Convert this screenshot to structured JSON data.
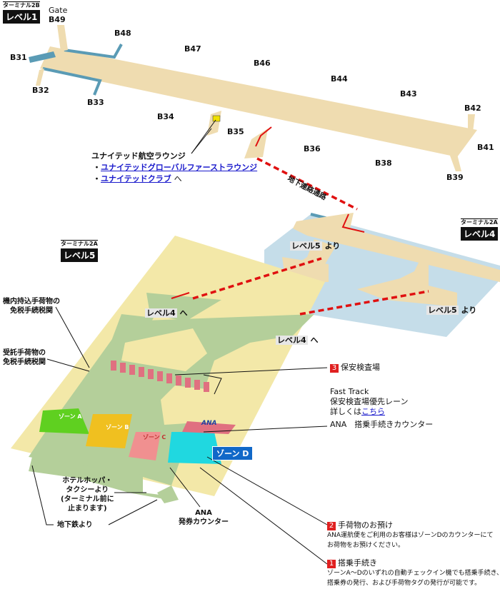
{
  "terminal2b": {
    "terminal": "ターミナル2B",
    "level": "レベル1"
  },
  "terminal2a_l5": {
    "terminal": "ターミナル2A",
    "level": "レベル5"
  },
  "terminal2a_l4": {
    "terminal": "ターミナル2A",
    "level": "レベル4"
  },
  "gates": {
    "gate_word": "Gate",
    "b49": "B49",
    "b48": "B48",
    "b47": "B47",
    "b46": "B46",
    "b44": "B44",
    "b43": "B43",
    "b42": "B42",
    "b41": "B41",
    "b39": "B39",
    "b38": "B38",
    "b36": "B36",
    "b35": "B35",
    "b34": "B34",
    "b33": "B33",
    "b32": "B32",
    "b31": "B31"
  },
  "lounge": {
    "title": "ユナイテッド航空ラウンジ",
    "bullet": "・",
    "link1": "ユナイテッドグローバルファーストラウンジ",
    "link2": "ユナイテッドクラブ",
    "suffix": "へ"
  },
  "underground": "地下連絡通路",
  "from_level5_a": "レベル5",
  "yori": "より",
  "from_level5_b": "レベル5",
  "to_level4_a": "レベル4",
  "to_level4_b": "レベル4",
  "he": "へ",
  "duty_free_carry": [
    "機内持込手荷物の",
    "免税手続税関"
  ],
  "duty_free_checked": [
    "受託手荷物の",
    "免税手続税関"
  ],
  "security": {
    "num": "3",
    "label": "保安検査場"
  },
  "fast_track": {
    "line1": "Fast Track",
    "line2": "保安検査場優先レーン",
    "line3_prefix": "詳しくは",
    "link": "こちら"
  },
  "ana_counter": "ANA　搭乗手続きカウンター",
  "ana_logo": "ANA",
  "zones": {
    "a": "ゾーン A",
    "b": "ゾーン B",
    "c": "ゾーン C",
    "d": "ゾーン D"
  },
  "hotel": [
    "ホテルホッパ・",
    "タクシーより",
    "(ターミナル前に",
    "止まります)"
  ],
  "subway": "地下鉄より",
  "ana_ticket": [
    "ANA",
    "発券カウンター"
  ],
  "baggage": {
    "num": "2",
    "title": "手荷物のお預け",
    "desc": [
      "ANA運航便をご利用のお客様はゾーンDのカウンターにて",
      "お荷物をお預けください。"
    ]
  },
  "checkin": {
    "num": "1",
    "title": "搭乗手続き",
    "desc": [
      "ゾーンA～Dのいずれの自動チェックイン機でも搭乗手続き、",
      "搭乗券の発行、および手荷物タグの発行が可能です。"
    ]
  },
  "colors": {
    "concourse": "#efdcb0",
    "wall": "#5a9bb5",
    "level4_floor": "#c5dde9",
    "level5_floor": "#f3e8a8",
    "level5_walkway": "#b4cf9a",
    "route": "#e01010",
    "zone_a": "#5fd020",
    "zone_b": "#f0c020",
    "zone_c": "#f09090",
    "zone_d": "#20d8e0"
  }
}
